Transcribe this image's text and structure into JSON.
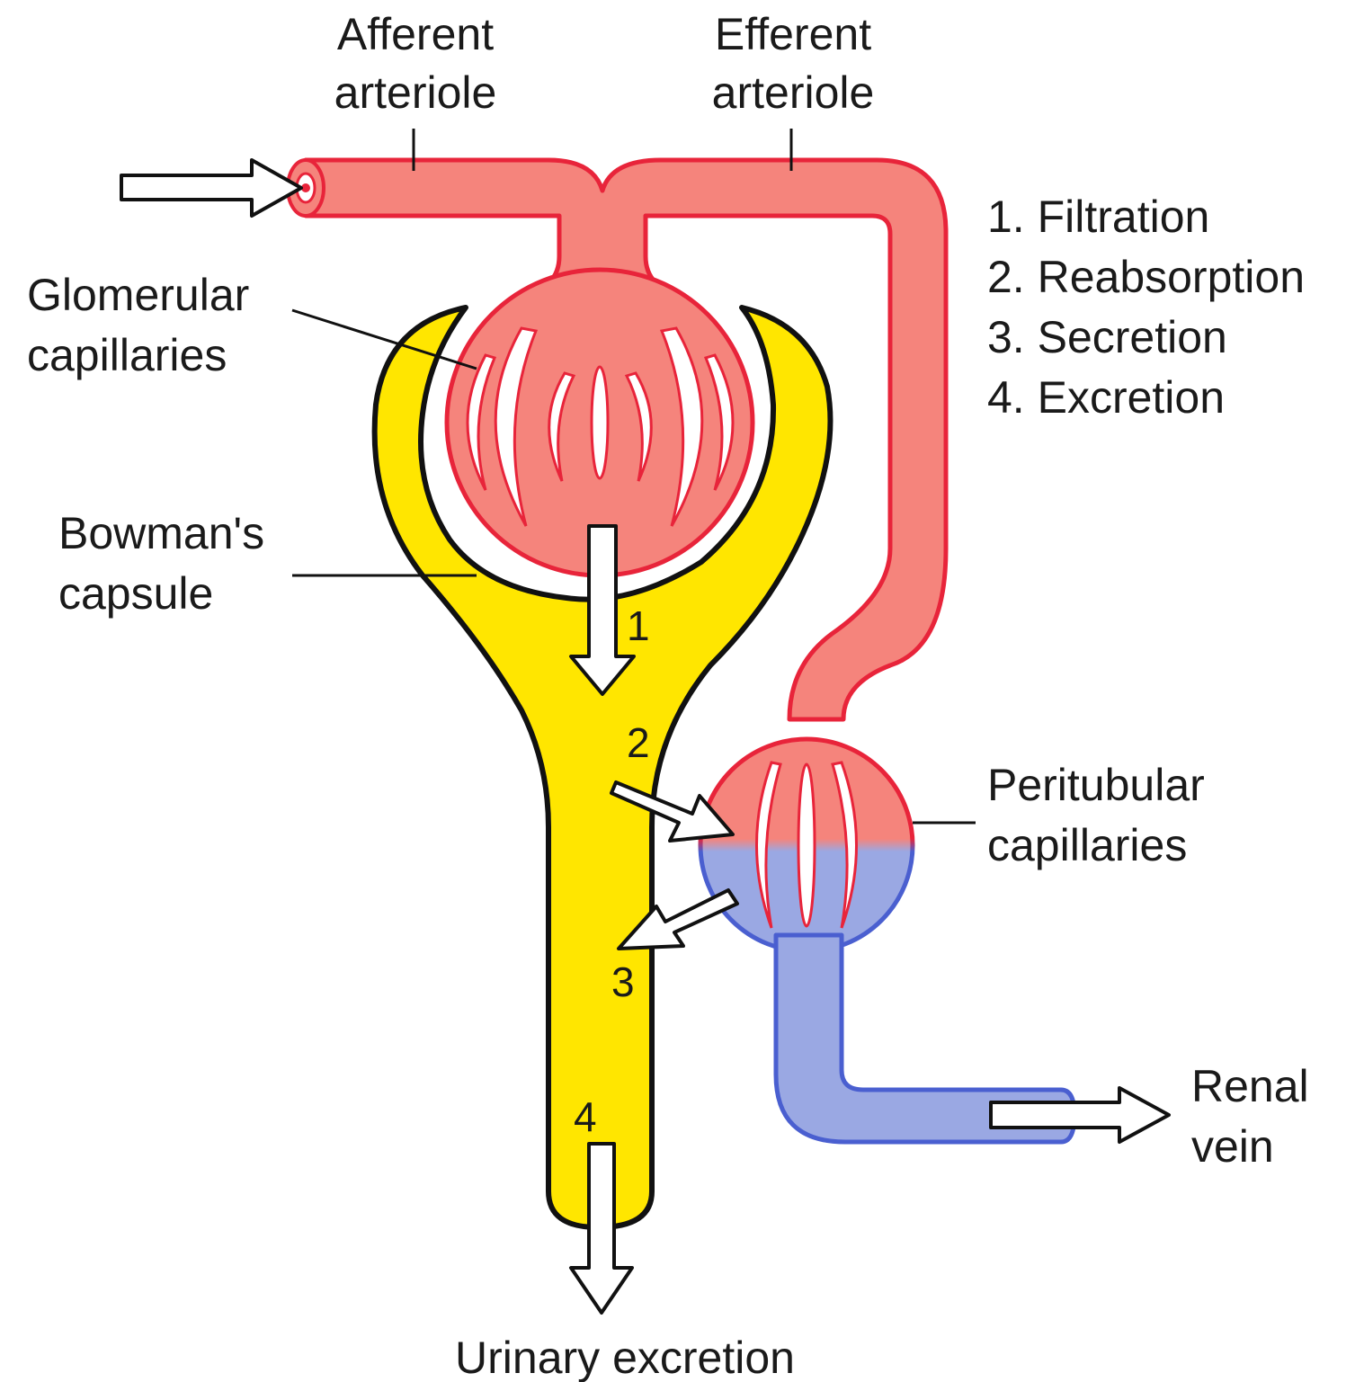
{
  "labels": {
    "afferent_line1": "Afferent",
    "afferent_line2": "arteriole",
    "efferent_line1": "Efferent",
    "efferent_line2": "arteriole",
    "glomerular_line1": "Glomerular",
    "glomerular_line2": "capillaries",
    "bowman_line1": "Bowman's",
    "bowman_line2": "capsule",
    "peritubular_line1": "Peritubular",
    "peritubular_line2": "capillaries",
    "renal_line1": "Renal",
    "renal_line2": "vein",
    "urinary": "Urinary excretion"
  },
  "process_legend": [
    "1. Filtration",
    "2. Reabsorption",
    "3. Secretion",
    "4. Excretion"
  ],
  "step_numbers": [
    "1",
    "2",
    "3",
    "4"
  ],
  "colors": {
    "arterial_fill": "#f5847c",
    "arterial_stroke": "#e8243a",
    "venous_fill": "#9aa8e3",
    "venous_stroke": "#4a5fd0",
    "tubule_fill": "#ffe600",
    "tubule_stroke": "#111111",
    "arrow_fill": "#ffffff",
    "arrow_stroke": "#111111"
  }
}
